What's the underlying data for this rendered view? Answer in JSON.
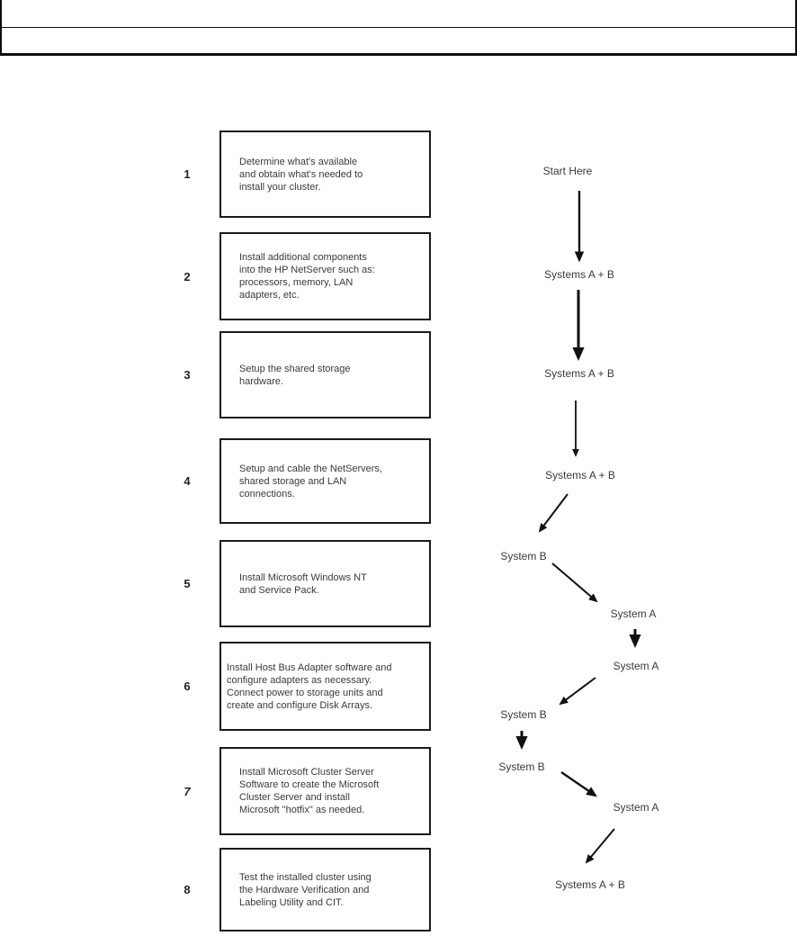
{
  "steps": [
    {
      "number": "1",
      "lines": [
        "Determine what's available",
        "and obtain what's needed to",
        "install your cluster."
      ]
    },
    {
      "number": "2",
      "lines": [
        "Install additional components",
        "into the HP NetServer such as:",
        "processors, memory, LAN",
        "adapters, etc."
      ]
    },
    {
      "number": "3",
      "lines": [
        "Setup the shared storage",
        "hardware."
      ]
    },
    {
      "number": "4",
      "lines": [
        "Setup and cable the NetServers,",
        "shared storage and LAN",
        "connections."
      ]
    },
    {
      "number": "5",
      "lines": [
        "Install Microsoft Windows NT",
        "and Service Pack."
      ]
    },
    {
      "number": "6",
      "lines": [
        "Install Host Bus Adapter software and",
        "configure adapters as necessary.",
        "Connect power to storage units and",
        "create and configure Disk Arrays."
      ]
    },
    {
      "number": "7",
      "lines": [
        "Install Microsoft Cluster Server",
        "Software to create the Microsoft",
        "Cluster Server and install",
        "Microsoft \"hotfix\" as needed."
      ]
    },
    {
      "number": "8",
      "lines": [
        "Test the installed cluster using",
        "the Hardware Verification and",
        "Labeling Utility and CIT."
      ]
    }
  ],
  "flow": {
    "nodes": [
      {
        "label": "Start Here"
      },
      {
        "label": "Systems A + B"
      },
      {
        "label": "Systems A + B"
      },
      {
        "label": "Systems A + B"
      },
      {
        "label": "System B"
      },
      {
        "label": "System A"
      },
      {
        "label": "System A"
      },
      {
        "label": "System B"
      },
      {
        "label": "System B"
      },
      {
        "label": "System A"
      },
      {
        "label": "Systems A + B"
      }
    ]
  },
  "colors": {
    "ink": "#3a3a3a",
    "line": "#111111",
    "background": "#ffffff"
  }
}
